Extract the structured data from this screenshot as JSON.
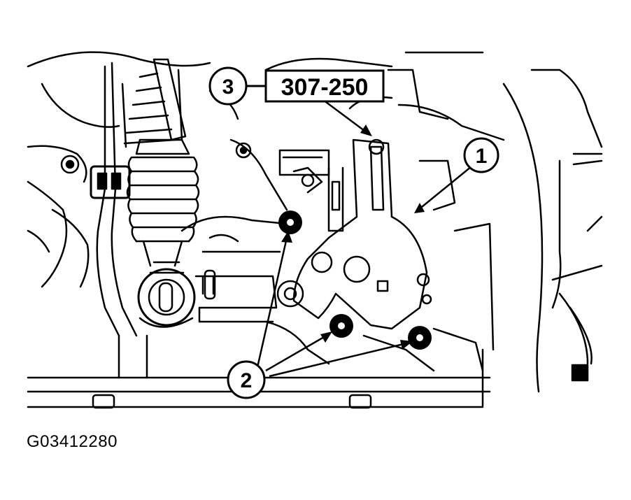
{
  "diagram": {
    "callouts": [
      {
        "id": "1",
        "label": "1"
      },
      {
        "id": "2",
        "label": "2"
      },
      {
        "id": "3",
        "label": "3"
      }
    ],
    "tool_number": "307-250",
    "figure_code": "G03412280",
    "colors": {
      "ink": "#000000",
      "paper": "#ffffff"
    }
  }
}
